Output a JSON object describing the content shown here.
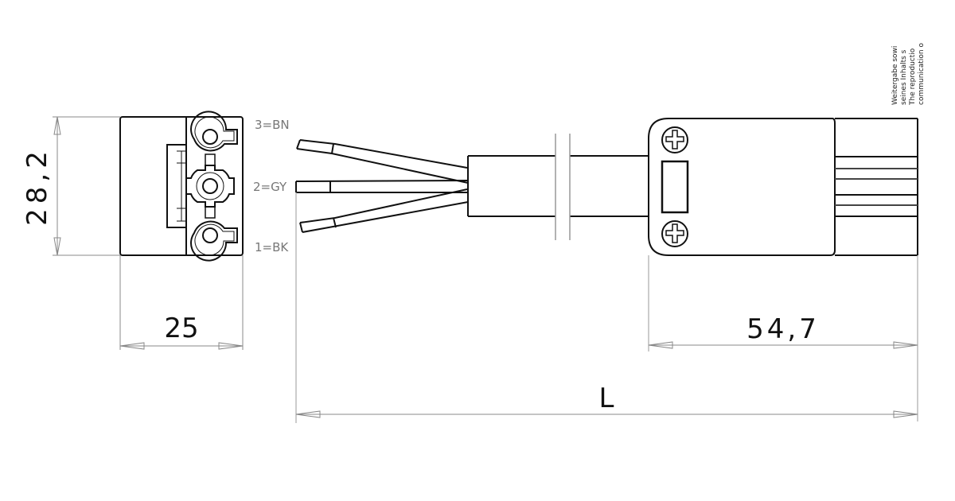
{
  "drawing": {
    "type": "technical-drawing",
    "subject": "Connector cable assembly with 3-wire flying leads",
    "colors": {
      "line": "#111111",
      "dimension_line": "#888888",
      "label": "#777777",
      "background": "#ffffff"
    }
  },
  "dimensions": {
    "height": "28,2",
    "width_front": "25",
    "connector_length": "54,7",
    "total_length": "L"
  },
  "wires": [
    {
      "pin": "3",
      "code": "BN",
      "label": "3=BN"
    },
    {
      "pin": "2",
      "code": "GY",
      "label": "2=GY"
    },
    {
      "pin": "1",
      "code": "BK",
      "label": "1=BK"
    }
  ],
  "copyright_note": {
    "lines": [
      "Weitergabe sowi",
      "seines Inhalts s",
      "The reproductio",
      "communication o"
    ]
  }
}
